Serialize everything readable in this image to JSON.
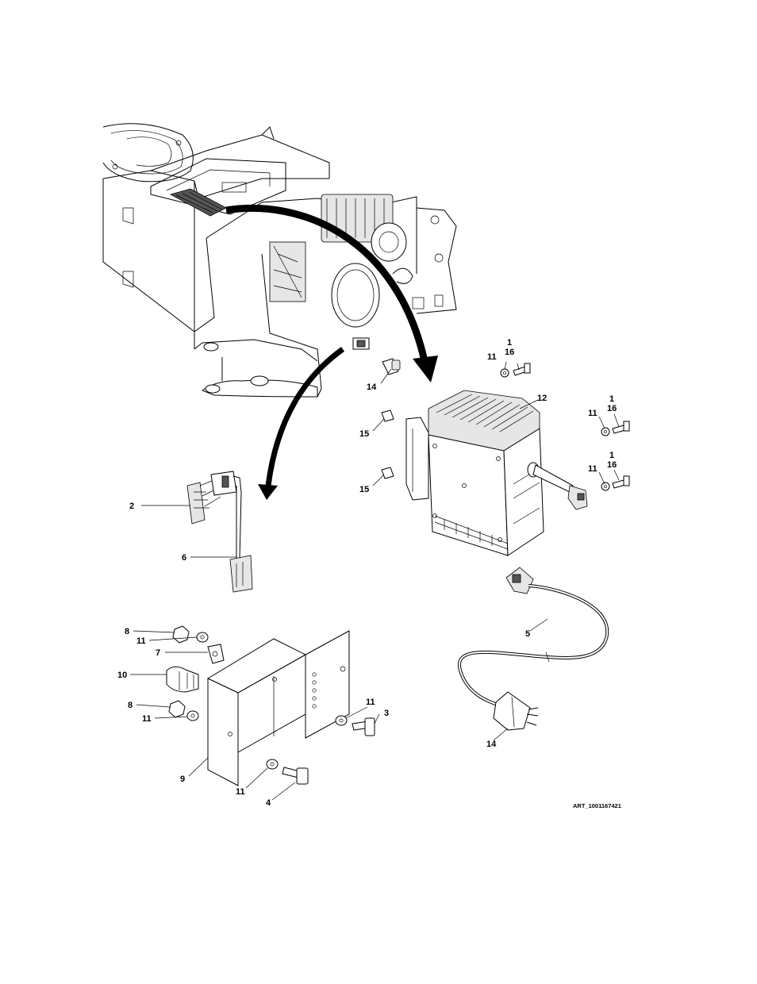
{
  "art_id": "ART_1001167421",
  "callouts": [
    {
      "label": "1"
    },
    {
      "label": "16"
    },
    {
      "label": "11"
    },
    {
      "label": "12"
    },
    {
      "label": "1"
    },
    {
      "label": "16"
    },
    {
      "label": "11"
    },
    {
      "label": "1"
    },
    {
      "label": "16"
    },
    {
      "label": "11"
    },
    {
      "label": "14"
    },
    {
      "label": "15"
    },
    {
      "label": "15"
    },
    {
      "label": "2"
    },
    {
      "label": "6"
    },
    {
      "label": "8"
    },
    {
      "label": "11"
    },
    {
      "label": "7"
    },
    {
      "label": "10"
    },
    {
      "label": "8"
    },
    {
      "label": "11"
    },
    {
      "label": "11"
    },
    {
      "label": "3"
    },
    {
      "label": "9"
    },
    {
      "label": "11"
    },
    {
      "label": "4"
    },
    {
      "label": "5"
    },
    {
      "label": "14"
    }
  ]
}
